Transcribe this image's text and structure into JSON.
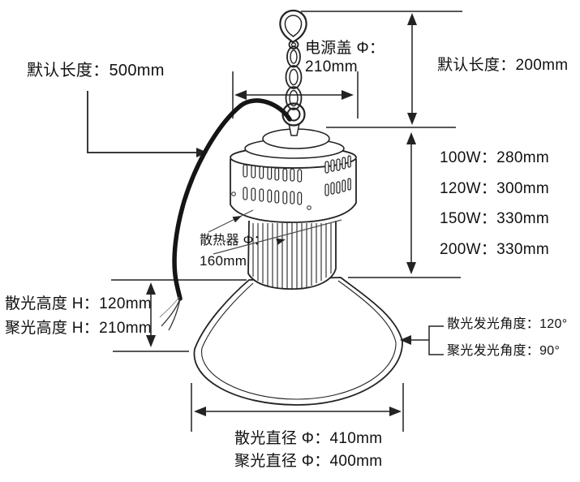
{
  "diagram_type": "high-bay-lamp-dimension-drawing",
  "colors": {
    "background": "#ffffff",
    "dimension_line": "#58585a",
    "arrowhead": "#232323",
    "drawing_line": "#232323",
    "cable": "#151515",
    "text": "#111111"
  },
  "labels": {
    "cable_default_length": "默认长度：500mm",
    "power_cover_diameter_line1": "电源盖 Φ：",
    "power_cover_diameter_line2": "210mm",
    "chain_default_length": "默认长度：200mm",
    "body_heights": [
      "100W：280mm",
      "120W：300mm",
      "150W：330mm",
      "200W：330mm"
    ],
    "heatsink_diameter_line1": "散热器 Φ：",
    "heatsink_diameter_line2": "160mm",
    "flood_height": "散光高度 H：120mm",
    "spot_height": "聚光高度 H：210mm",
    "flood_beam_angle": "散光发光角度：120°",
    "spot_beam_angle": "聚光发光角度：90°",
    "flood_diameter": "散光直径 Φ：410mm",
    "spot_diameter": "聚光直径 Φ：400mm"
  },
  "measurements": {
    "cable_default_length_mm": 500,
    "chain_default_length_mm": 200,
    "power_cover_diameter_mm": 210,
    "heatsink_diameter_mm": 160,
    "body_height_by_watt": {
      "100W": 280,
      "120W": 300,
      "150W": 330,
      "200W": 330
    },
    "flood_height_mm": 120,
    "spot_height_mm": 210,
    "flood_beam_angle_deg": 120,
    "spot_beam_angle_deg": 90,
    "flood_diameter_mm": 410,
    "spot_diameter_mm": 400
  }
}
